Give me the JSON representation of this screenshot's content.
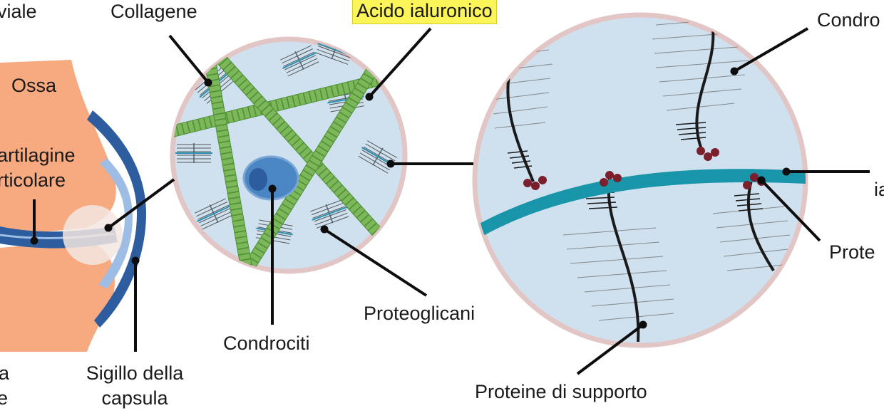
{
  "labels": {
    "viale": "viale",
    "collagene": "Collagene",
    "acido_ialuronico": "Acido ialuronico",
    "condro_cut": "Condro",
    "ossa": "Ossa",
    "cartilagine_line1": "artilagine",
    "cartilagine_line2": "rticolare",
    "ia_cut": "ia",
    "prote_cut": "Prote",
    "proteoglicani": "Proteoglicani",
    "condrociti": "Condrociti",
    "sigillo_line1": "Sigillo della",
    "sigillo_line2": "capsula",
    "proteine_supporto": "Proteine di supporto",
    "a_cut": "a",
    "e_cut": "e"
  },
  "colors": {
    "bone": "#f7a980",
    "joint_blue": "#2d5d9e",
    "capsule_light": "#9dbde4",
    "matrix_fill": "#cfe0ee",
    "circle_border": "#e2c6c6",
    "collagen_green": "#6fae4e",
    "hyaluronic_teal": "#1895a8",
    "link_protein": "#7a1f2b",
    "chondrocyte": "#4a86c4",
    "highlight": "#fbf55a"
  }
}
